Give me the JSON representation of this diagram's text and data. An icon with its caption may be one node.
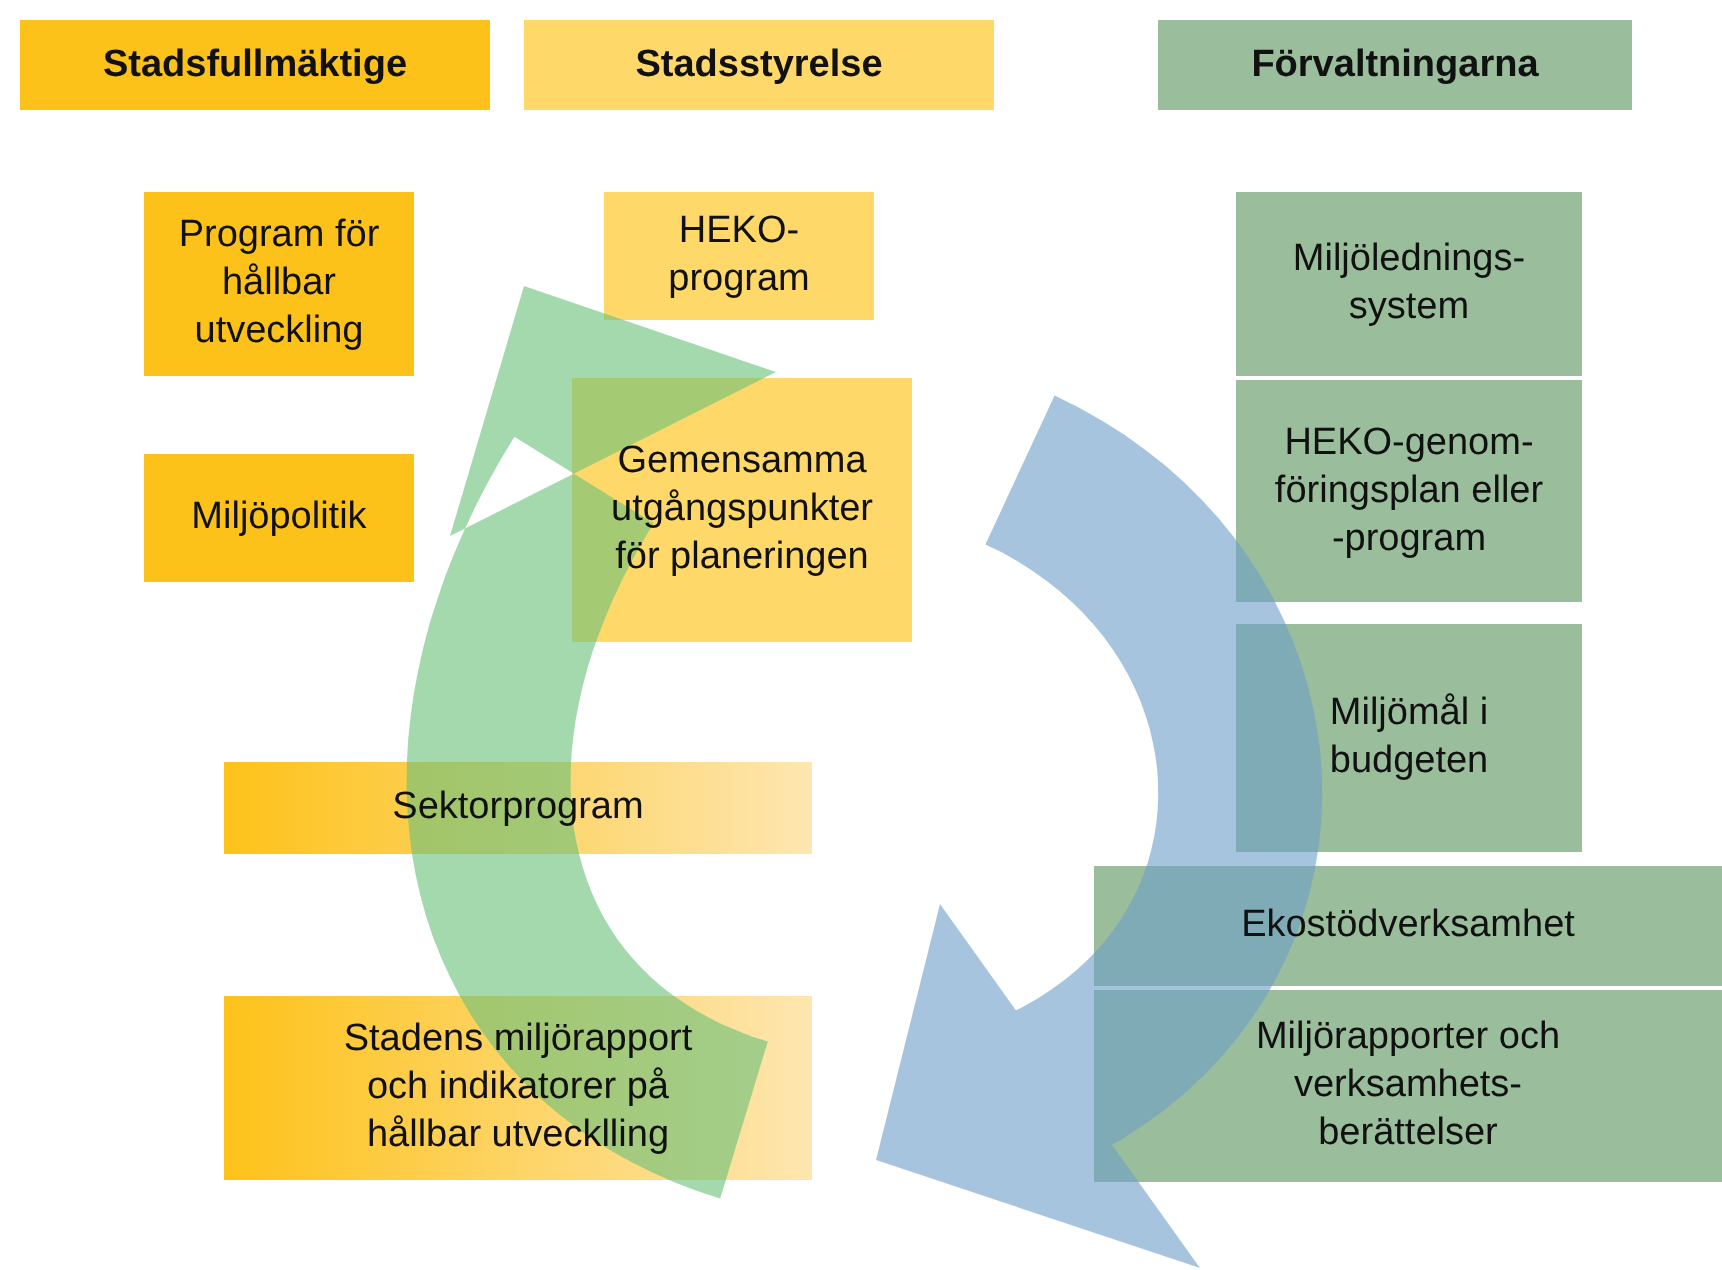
{
  "diagram": {
    "nodes": [
      {
        "text": [
          "Stadsfullmäktige"
        ]
      },
      {
        "text": [
          "Stadsstyrelse"
        ]
      },
      {
        "text": [
          "Förvaltningarna"
        ]
      },
      {
        "text": [
          "Program för hållbar utveckling"
        ]
      },
      {
        "text": [
          "HEKO- program"
        ]
      },
      {
        "text": [
          "Miljölednings- system"
        ]
      },
      {
        "text": [
          "Miljöpolitik"
        ]
      },
      {
        "text": [
          "Gemensamma utgångspunkter för planeringen"
        ]
      },
      {
        "text": [
          "HEKO-genom- föringsplan eller -program"
        ]
      },
      {
        "text": [
          "Miljömål i budgeten"
        ]
      },
      {
        "text": [
          "Sektorprogram"
        ]
      },
      {
        "text": [
          "Ekostödverksamhet"
        ]
      },
      {
        "text": [
          "Stadens miljörapport och indikatorer på hållbar utvecklling"
        ]
      },
      {
        "text": [
          "Miljörapporter och verksamhets- berättelser"
        ]
      }
    ]
  }
}
